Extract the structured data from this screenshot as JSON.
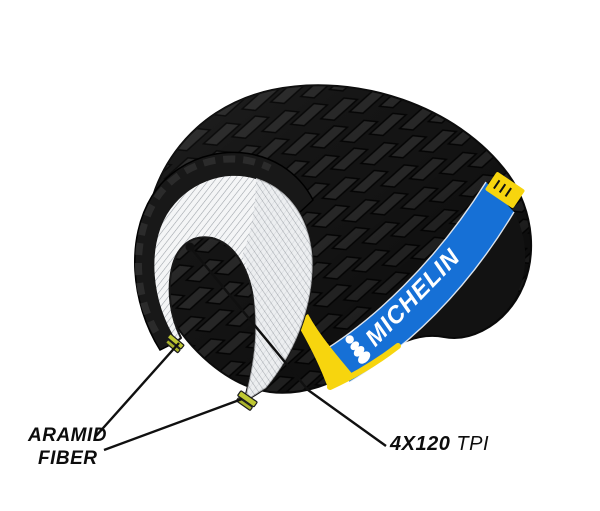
{
  "illustration": {
    "brand_text": "MICHELIN",
    "colors": {
      "tread_black": "#181818",
      "sidewall_blue": "#1670d6",
      "accent_yellow": "#f7d50e",
      "bead_aramid_yellow": "#bfc832",
      "casing_white": "#f4f5f6",
      "line_black": "#101010"
    }
  },
  "annotations": {
    "aramid_fiber": {
      "line1": "ARAMID",
      "line2": "FIBER"
    },
    "tpi": {
      "value": "4X120",
      "unit": "TPI"
    }
  }
}
